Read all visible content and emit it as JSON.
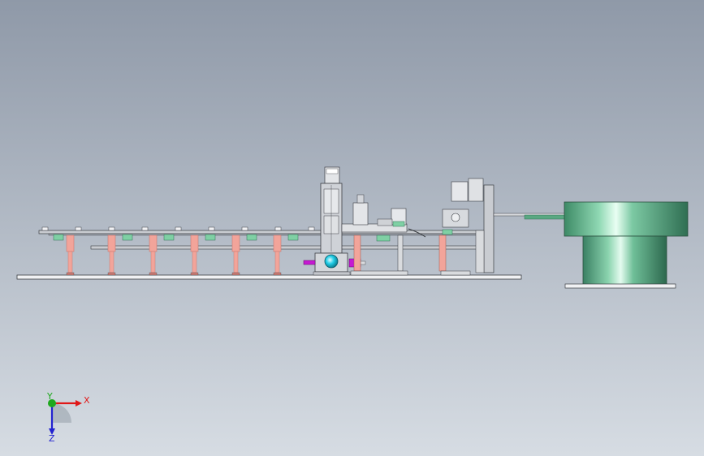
{
  "viewport": {
    "background_top": "#8f99a8",
    "background_bottom": "#d6dce3"
  },
  "triad": {
    "x_label": "X",
    "y_label": "Y",
    "z_label": "Z",
    "x_color": "#e01818",
    "y_color": "#1ea81e",
    "z_color": "#2323d0"
  },
  "colors": {
    "leg_pink": "#f2a49a",
    "leg_pink_dark": "#c97a72",
    "block_green": "#7fd0a4",
    "bowl_green": "#5aa882",
    "bowl_light": "#d7f7e6",
    "accent_cyan": "#19c9e2",
    "accent_magenta": "#c61ad2",
    "frame_gray": "#c9ccd1",
    "line_dark": "#3a3d42",
    "base_white": "#f1f2f4"
  },
  "assembly": {
    "legs": 6,
    "green_blocks": 7,
    "bolts": 9
  }
}
